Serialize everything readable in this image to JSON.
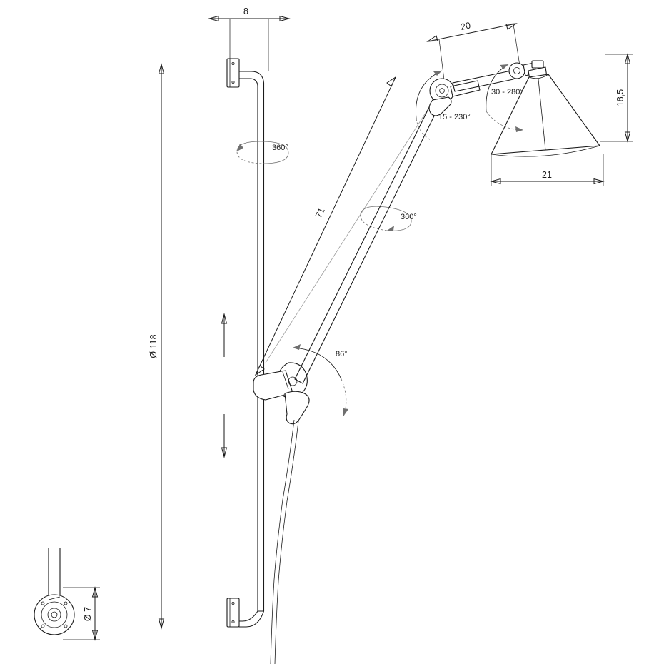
{
  "drawing": {
    "title": "Wall lamp technical dimension drawing",
    "units_note": "",
    "line_color": "#1a1a1a",
    "leader_color": "#9a9a9a",
    "rotation_color": "#6f6f6f"
  },
  "dimensions": {
    "top_rod_width": "8",
    "top_arm_length": "20",
    "total_height": "Ø 118",
    "extension_length": "71",
    "shade_height": "18,5",
    "shade_width": "21",
    "mount_diameter": "Ø 7"
  },
  "angles": {
    "rod_rotation": "360°",
    "arm_rotation": "360°",
    "elbow_range": "15 - 230°",
    "shade_range": "30 - 280°",
    "base_joint": "86°"
  }
}
